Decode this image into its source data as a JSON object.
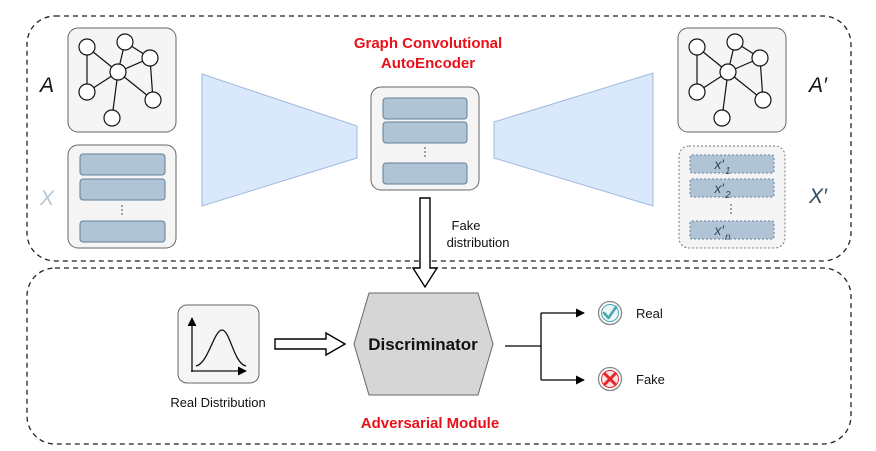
{
  "encoder": {
    "title_line1": "Graph Convolutional",
    "title_line2": "AutoEncoder",
    "input_adj_label": "A",
    "input_feat_label": "X",
    "output_adj_label": "A′",
    "output_feat_label": "X′",
    "output_rows": [
      {
        "base": "x′",
        "sub": "1"
      },
      {
        "base": "x′",
        "sub": "2"
      },
      {
        "base": "x′",
        "sub": "n"
      }
    ]
  },
  "fake_label_line1": "Fake",
  "fake_label_line2": "distribution",
  "adversarial": {
    "title": "Adversarial Module",
    "discriminator_label": "Discriminator",
    "real_distribution_label": "Real Distribution",
    "real_label": "Real",
    "fake_label": "Fake"
  },
  "colors": {
    "title_red": "#e8101a",
    "trapezoid_fill": "#dae8fc",
    "trapezoid_stroke": "#9fb9dc",
    "feature_row_fill": "#b1c4d6",
    "feature_row_stroke": "#5f7f98",
    "panel_fill": "#f5f5f5",
    "discriminator_fill": "#d6d6d6",
    "muted_x": "#b8c6d4",
    "dark_x": "#2f4b66",
    "check_teal": "#4aa6b5",
    "cross_red": "#e6262b"
  },
  "icons": [
    "graph-icon",
    "distribution-curve-icon",
    "check-icon",
    "cross-icon"
  ]
}
